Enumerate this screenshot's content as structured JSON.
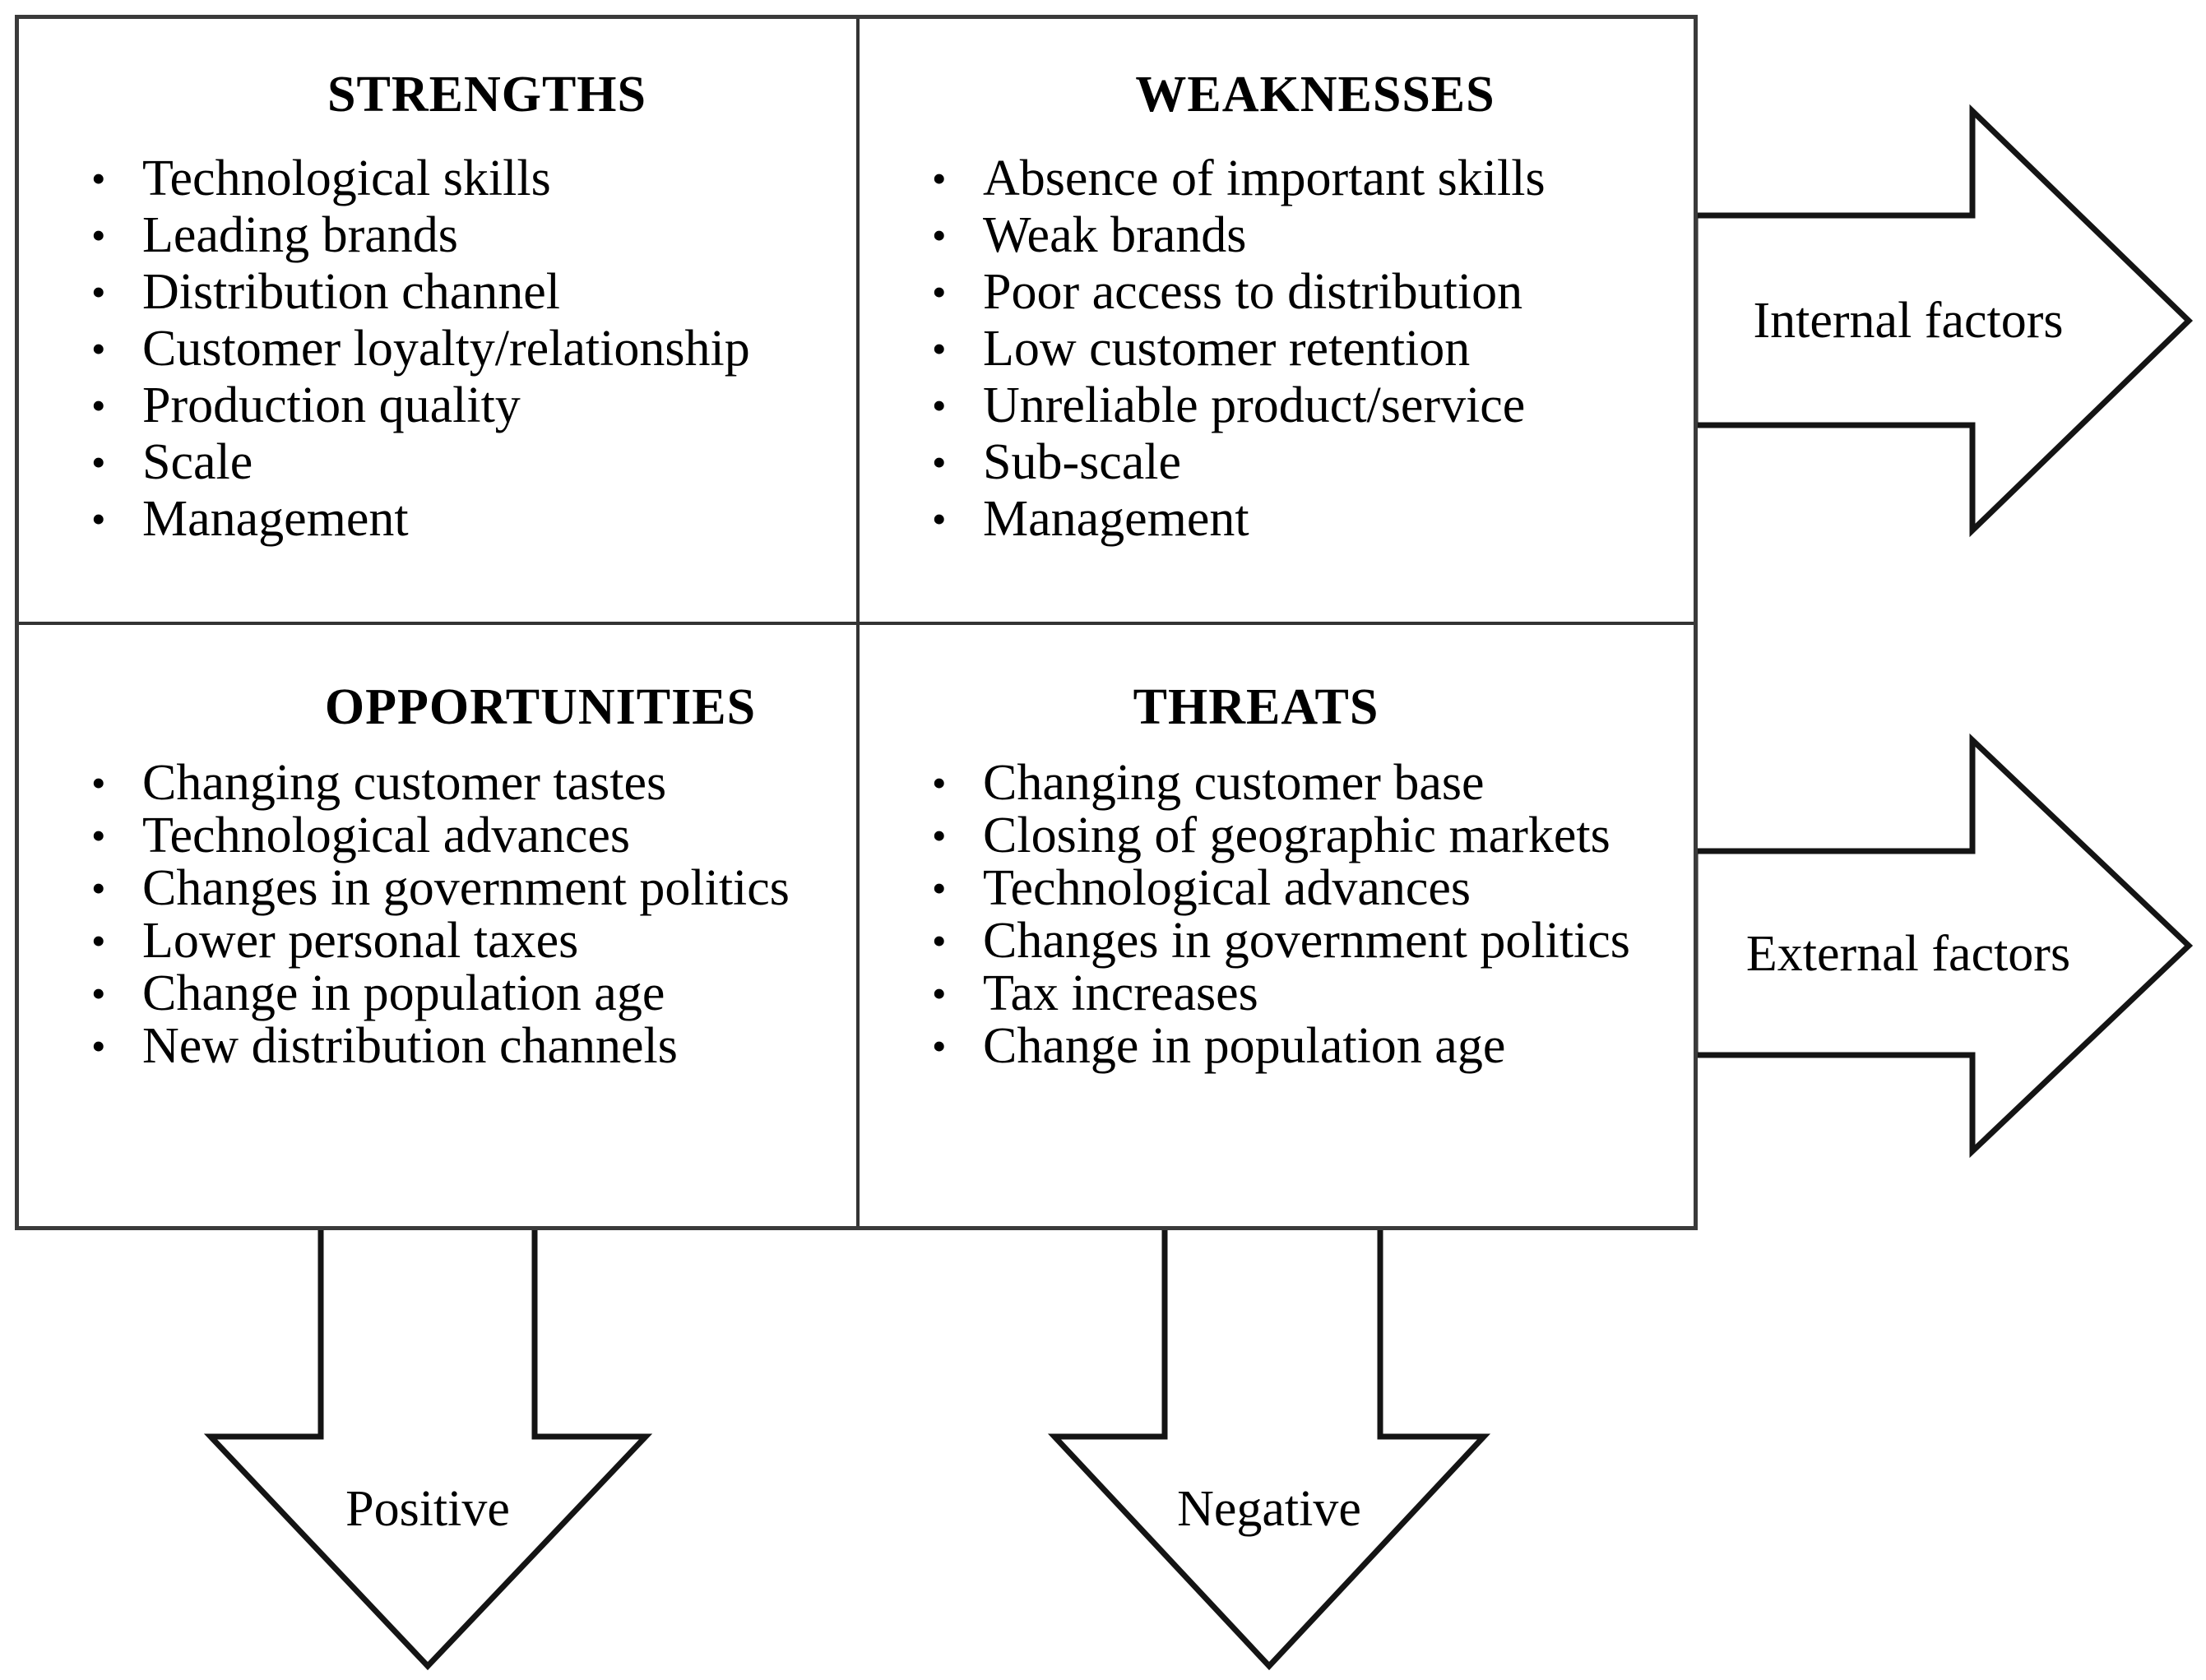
{
  "diagram": {
    "colors": {
      "background": "#ffffff",
      "line": "#1a1a1a",
      "text": "#000000"
    },
    "quadrants": {
      "strengths": {
        "title": "STRENGTHS",
        "items": [
          "Technological skills",
          "Leading brands",
          "Distribution channel",
          "Customer loyalty/relationship",
          "Production quality",
          "Scale",
          "Management"
        ]
      },
      "weaknesses": {
        "title": "WEAKNESSES",
        "items": [
          "Absence of important skills",
          "Weak brands",
          "Poor access to distribution",
          "Low customer retention",
          "Unreliable product/service",
          "Sub-scale",
          "Management"
        ]
      },
      "opportunities": {
        "title": "OPPORTUNITIES",
        "items": [
          "Changing customer tastes",
          "Technological advances",
          "Changes in government politics",
          "Lower personal taxes",
          "Change in population age",
          "New distribution channels"
        ]
      },
      "threats": {
        "title": "THREATS",
        "items": [
          "Changing customer base",
          "Closing of geographic markets",
          "Technological advances",
          "Changes in government politics",
          "Tax increases",
          "Change in population age"
        ]
      }
    },
    "arrows": {
      "internal": {
        "label": "Internal factors",
        "direction": "right"
      },
      "external": {
        "label": "External factors",
        "direction": "right"
      },
      "positive": {
        "label": "Positive",
        "direction": "down"
      },
      "negative": {
        "label": "Negative",
        "direction": "down"
      }
    }
  }
}
